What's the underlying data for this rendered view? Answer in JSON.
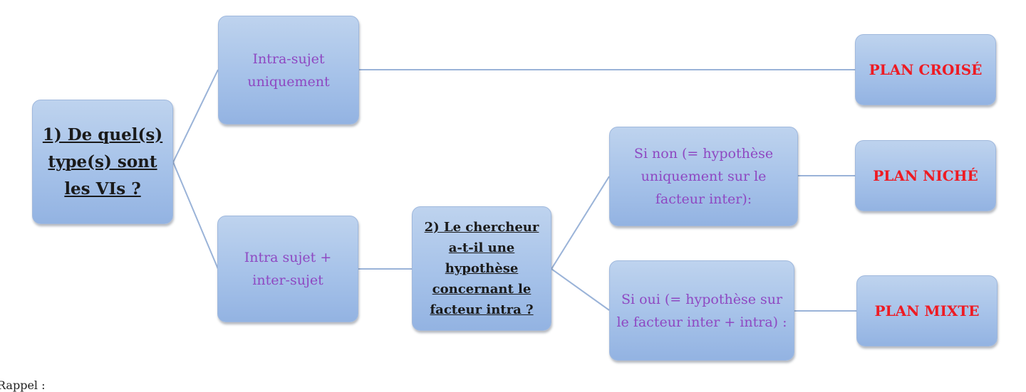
{
  "question_1": "1) De quel(s) type(s) sont les VIs ?",
  "option_intra_only": "Intra-sujet uniquement",
  "option_intra_inter": "Intra sujet + inter-sujet",
  "question_2": "2) Le chercheur a-t-il une hypothèse concernant le facteur intra ?",
  "option_si_non": "Si non (= hypothèse uniquement sur le facteur inter):",
  "option_si_oui": "Si oui (= hypothèse sur le facteur inter + intra) :",
  "result_croise": "PLAN CROISÉ",
  "result_niche": "PLAN NICHÉ",
  "result_mixte": "PLAN MIXTE",
  "footnote": "Rappel :",
  "colors": {
    "box_fill": "#a6c2e9",
    "question_text": "#1a1a1a",
    "option_text": "#8e48c2",
    "result_text": "#ee1b23",
    "connector": "#9ab3d8"
  }
}
